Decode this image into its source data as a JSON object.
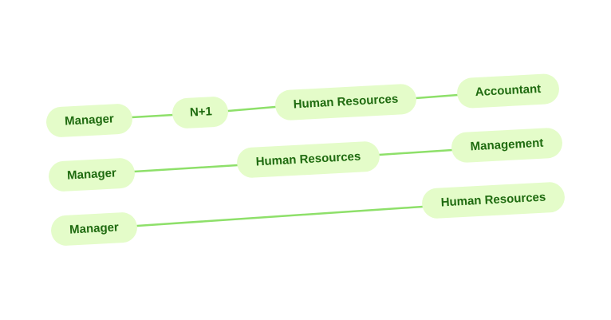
{
  "colors": {
    "pill_background": "#e4fcc9",
    "pill_text": "#1f6b10",
    "connector": "#8ee06a"
  },
  "chains": [
    {
      "nodes": [
        "Manager",
        "N+1",
        "Human Resources",
        "Accountant"
      ]
    },
    {
      "nodes": [
        "Manager",
        "Human Resources",
        "Management"
      ]
    },
    {
      "nodes": [
        "Manager",
        "Human Resources"
      ]
    }
  ]
}
